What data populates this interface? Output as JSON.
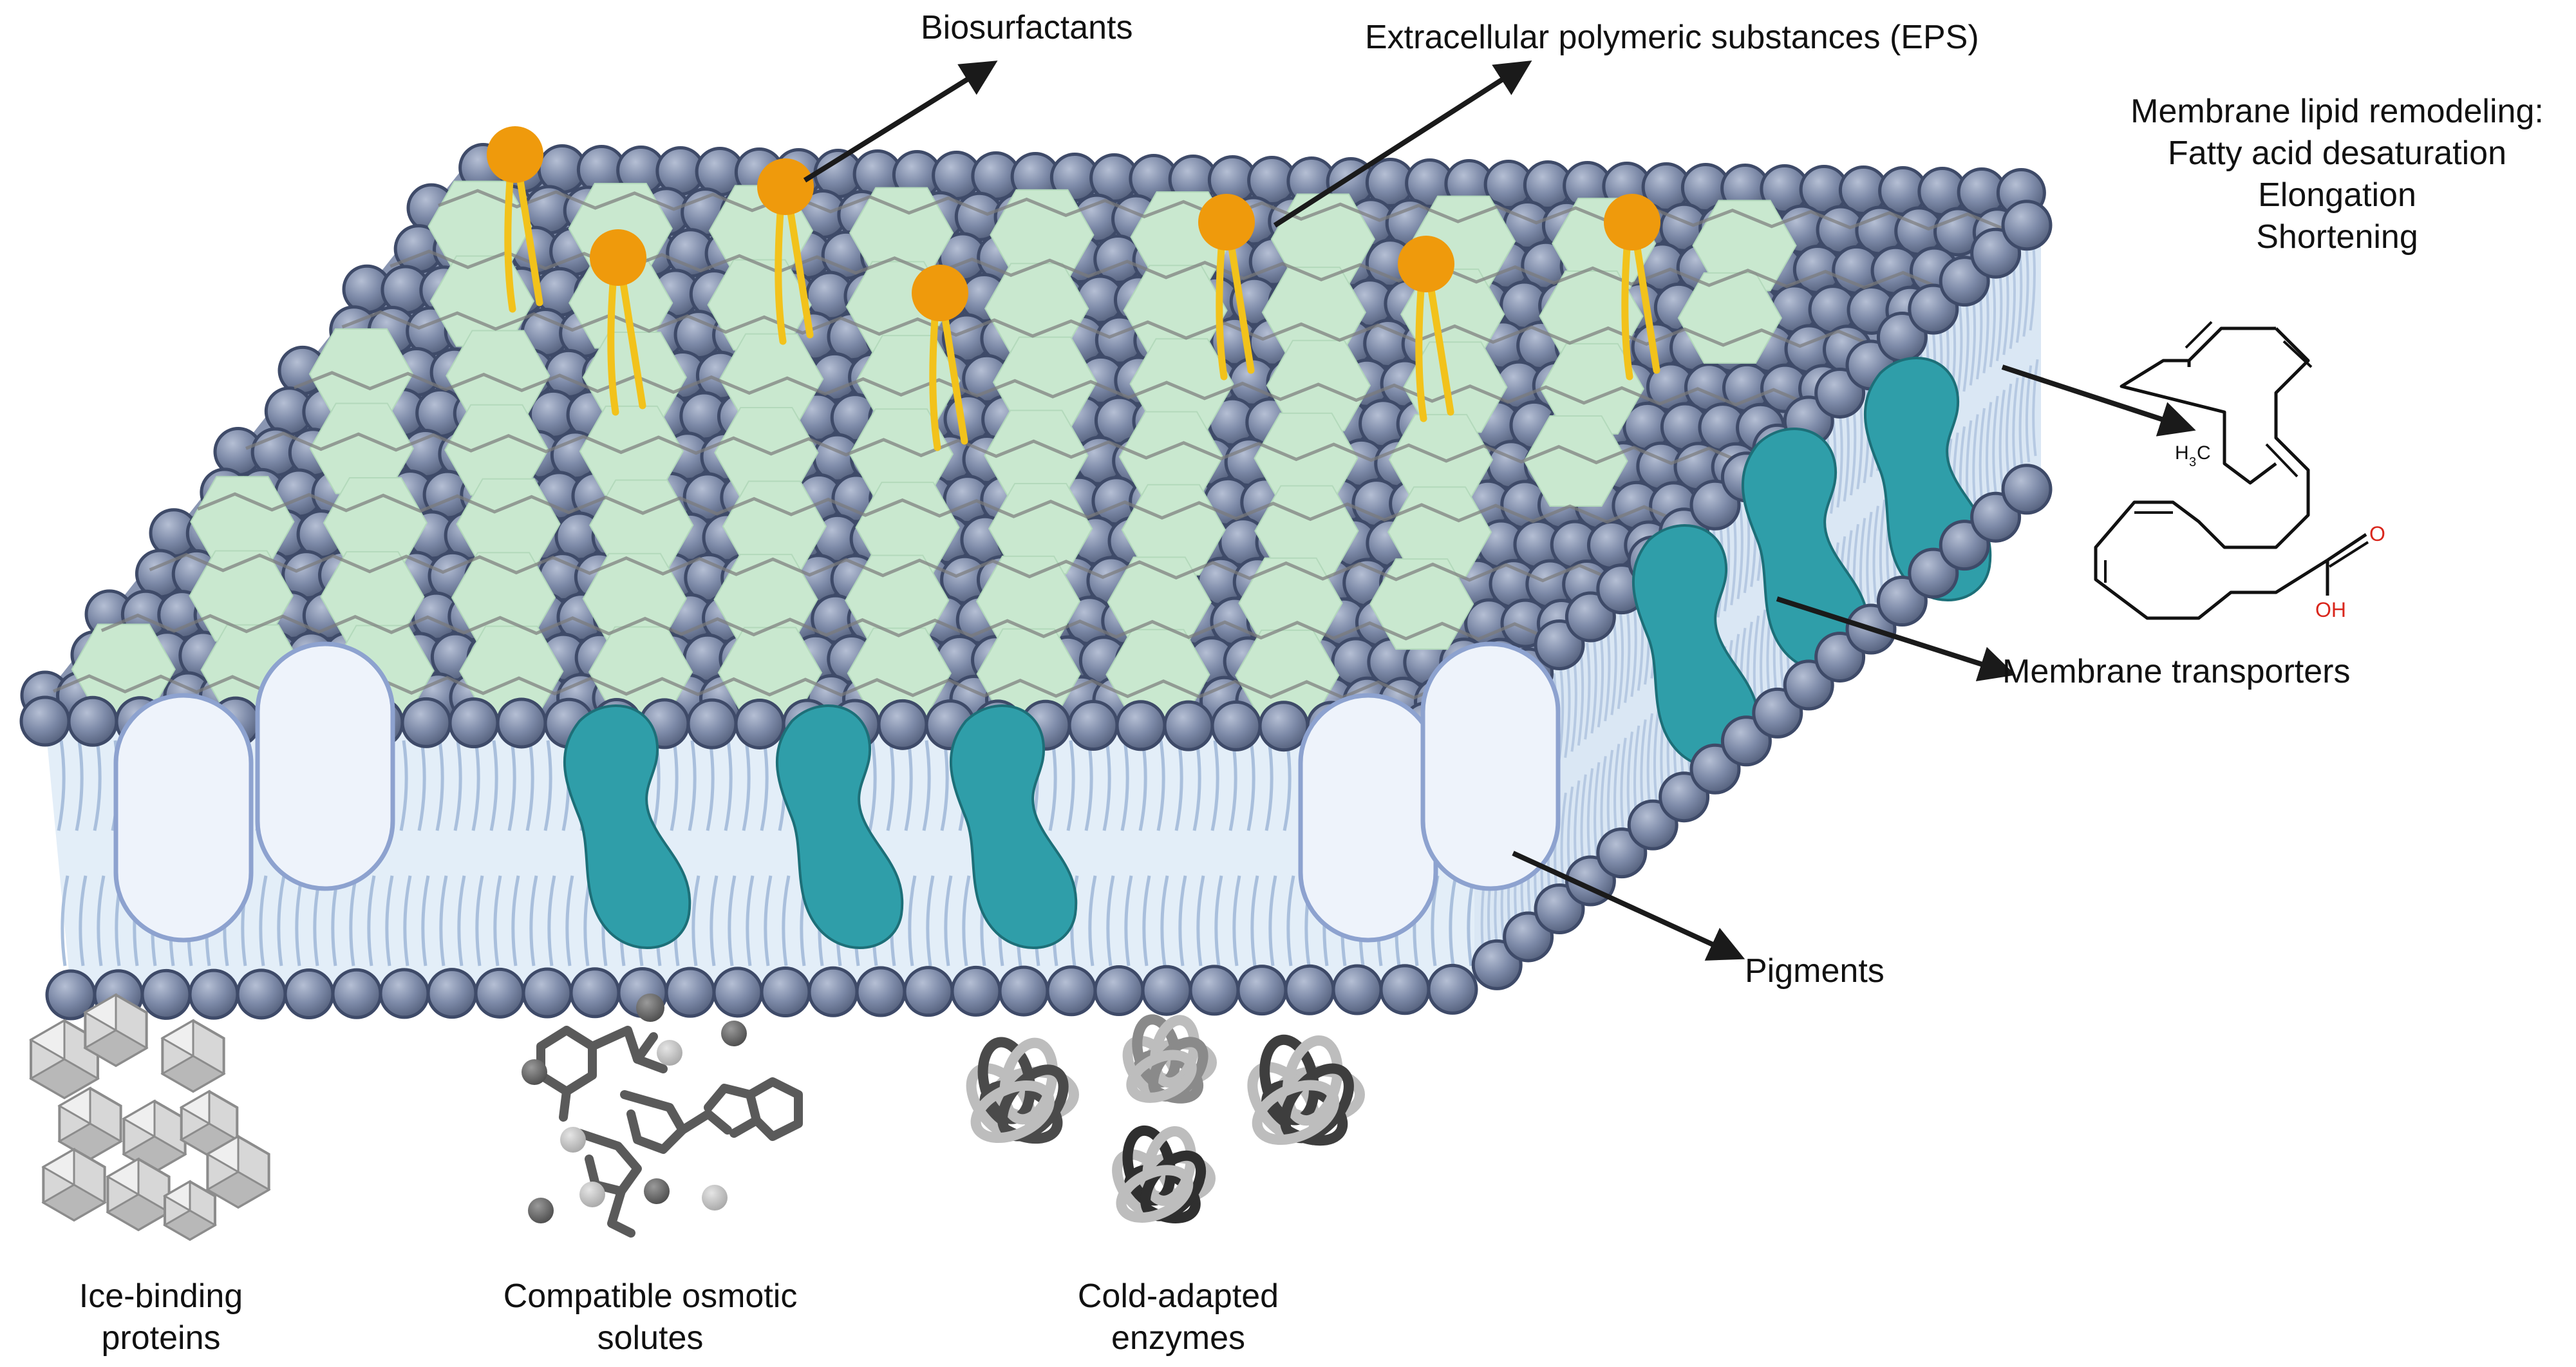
{
  "labels": {
    "biosurfactants": "Biosurfactants",
    "eps": "Extracellular polymeric substances (EPS)",
    "lipid_remodeling": [
      "Membrane lipid remodeling:",
      "Fatty acid desaturation",
      "Elongation",
      "Shortening"
    ],
    "membrane_transporters": "Membrane transporters",
    "pigments": "Pigments",
    "ice_binding": [
      "Ice-binding",
      "proteins"
    ],
    "osmotic_solutes": [
      "Compatible osmotic",
      "solutes"
    ],
    "cold_enzymes": [
      "Cold-adapted",
      "enzymes"
    ]
  },
  "chemistry": {
    "ch3_main": "H",
    "ch3_sub": "3",
    "ch3_tail": "C",
    "o": "O",
    "oh": "OH"
  },
  "colors": {
    "lipid_head": "#7d8aa8",
    "lipid_head_stroke": "#3e4a68",
    "eps_hexagon": "#c9e8cf",
    "biosurfactant": "#ef9a0c",
    "biosurfactant_tail": "#f2c21b",
    "transporter": "#2f9ea9",
    "pigment": "#eef3fb",
    "membrane_interior": "#e3eef8",
    "oxygen": "#d9261c"
  }
}
